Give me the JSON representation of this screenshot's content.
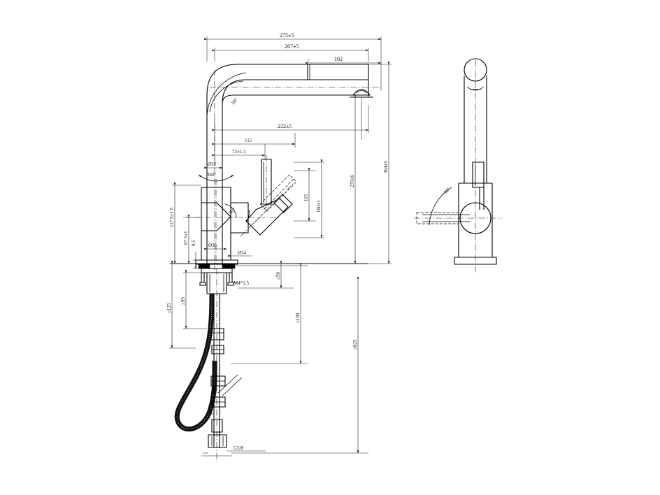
{
  "document": {
    "type": "technical-drawing",
    "subject": "Pull-out kitchen sink mixer faucet",
    "views": [
      "front-elevation",
      "side-elevation"
    ],
    "units": "mm",
    "background_color": "#ffffff",
    "line_color": "#000000"
  },
  "front_view": {
    "name": "front-elevation",
    "dimensions": {
      "overall_spout_reach": "275±5",
      "spout_reach_to_outlet": "267±5",
      "outlet_segment": "102",
      "spout_arm_length": "232±5",
      "handle_offset": "115",
      "body_to_handle": "72±1.5",
      "spout_tube_diameter": "Ø30",
      "swivel_rotation": "360°",
      "valve_angle": "90°",
      "elbow_angle": "90°",
      "body_height_upper": "117.5±1.5",
      "body_height_lower": "67.5±1",
      "base_washer_height": "8.5",
      "body_base_diameter": "Ø35",
      "escutcheon_diameter": "Ø54",
      "handle_swing_height": "115",
      "spout_height_to_outlet": "160±1",
      "shank_thread": "M4*1.5",
      "counter_thickness_max": "≥50",
      "shank_length": "≥95",
      "hose_clearance": "≥125",
      "supply_hose_upper": "≥190",
      "supply_hose_total": "≥825",
      "inlet_thread": "G3/8"
    },
    "vertical_dimensions": {
      "spout_outlet_height": "270±6",
      "overall_height": "364±5"
    }
  },
  "side_view": {
    "name": "side-elevation",
    "dimensions": {
      "handle_swing_angle": "90°"
    }
  },
  "labels": [
    {
      "id": "dim-275",
      "text": "275±5"
    },
    {
      "id": "dim-267",
      "text": "267±5"
    },
    {
      "id": "dim-102",
      "text": "102"
    },
    {
      "id": "dim-232",
      "text": "232±5"
    },
    {
      "id": "dim-115-top",
      "text": "115"
    },
    {
      "id": "dim-72",
      "text": "72±1.5"
    },
    {
      "id": "dim-d30",
      "text": "Ø30"
    },
    {
      "id": "dim-360",
      "text": "360°"
    },
    {
      "id": "dim-90-body",
      "text": "90°"
    },
    {
      "id": "dim-90-elbow",
      "text": "90°"
    },
    {
      "id": "dim-117",
      "text": "117.5±1.5"
    },
    {
      "id": "dim-67",
      "text": "67.5±1"
    },
    {
      "id": "dim-85",
      "text": "8.5"
    },
    {
      "id": "dim-d35",
      "text": "Ø35"
    },
    {
      "id": "dim-d54",
      "text": "Ø54"
    },
    {
      "id": "dim-115-right",
      "text": "115"
    },
    {
      "id": "dim-160",
      "text": "160±1"
    },
    {
      "id": "dim-m4",
      "text": "M4*1.5"
    },
    {
      "id": "dim-50",
      "text": "≥50"
    },
    {
      "id": "dim-95",
      "text": "≥95"
    },
    {
      "id": "dim-125",
      "text": "≥125"
    },
    {
      "id": "dim-190",
      "text": "≥190"
    },
    {
      "id": "dim-825",
      "text": "≥825"
    },
    {
      "id": "dim-g38",
      "text": "G3/8"
    },
    {
      "id": "dim-270",
      "text": "270±6"
    },
    {
      "id": "dim-364",
      "text": "364±5"
    },
    {
      "id": "dim-90-side",
      "text": "90°"
    }
  ]
}
